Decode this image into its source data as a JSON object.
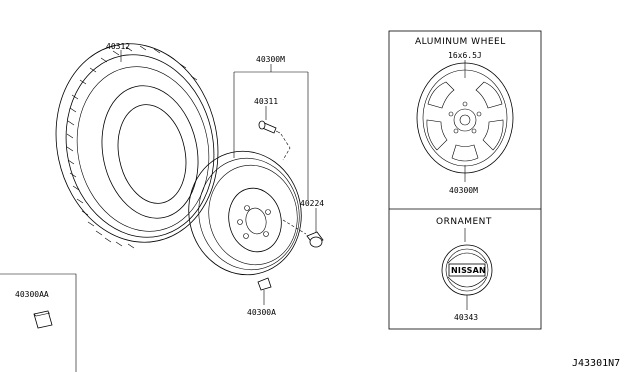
{
  "parts": {
    "tire": "40312",
    "wheel_assembly": "40300M",
    "valve": "40311",
    "nut": "40224",
    "weight": "40300A",
    "weight_set": "40300AA",
    "alloy_wheel": "40300M",
    "ornament": "40343"
  },
  "panels": {
    "aluminum_title": "ALUMINUM WHEEL",
    "aluminum_size": "16x6.5J",
    "ornament_title": "ORNAMENT",
    "badge_text": "NISSAN"
  },
  "diagram_code": "J43301N7"
}
